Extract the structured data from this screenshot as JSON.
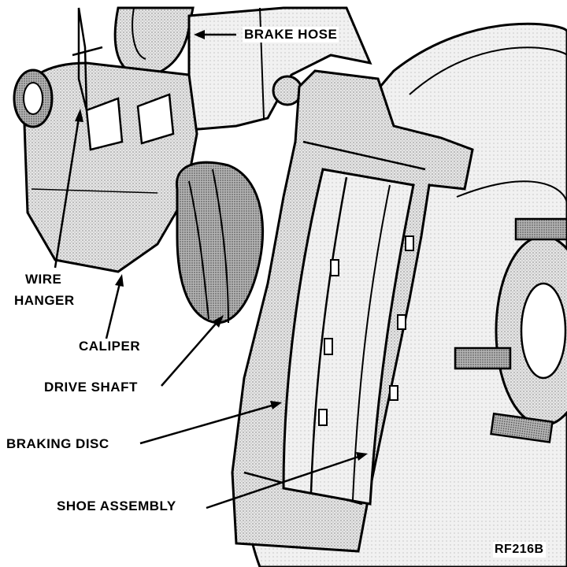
{
  "labels": {
    "brake_hose": "BRAKE HOSE",
    "wire_hanger_line1": "WIRE",
    "wire_hanger_line2": "HANGER",
    "caliper": "CALIPER",
    "drive_shaft": "DRIVE SHAFT",
    "braking_disc": "BRAKING DISC",
    "shoe_assembly": "SHOE ASSEMBLY"
  },
  "figure_code": "RF216B",
  "colors": {
    "ink": "#000000",
    "paper": "#ffffff",
    "shade": "#d9d9d9",
    "dark_shade": "#9a9a9a"
  }
}
